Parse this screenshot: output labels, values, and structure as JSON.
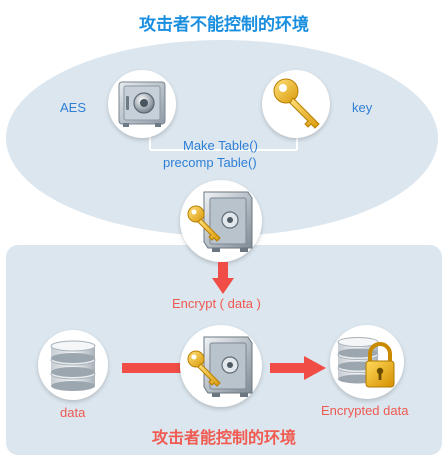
{
  "header": {
    "title": "攻击者不能控制的环境"
  },
  "top_zone": {
    "aes_label": "AES",
    "key_label": "key",
    "make_table_label": "Make  Table()",
    "precomp_table_label": "precomp  Table()"
  },
  "bottom_zone": {
    "encrypt_label": "Encrypt ( data )",
    "data_label": "data",
    "encrypted_label": "Encrypted data",
    "title": "攻击者能控制的环境"
  },
  "colors": {
    "top_title": "#1a8fe0",
    "bottom_title": "#f05a50",
    "zone_bg": "#dce6ee",
    "arrow": "#f04d47"
  },
  "icons": [
    "safe-icon",
    "key-icon",
    "vault-with-key-icon",
    "database-icon",
    "encrypted-database-icon"
  ]
}
